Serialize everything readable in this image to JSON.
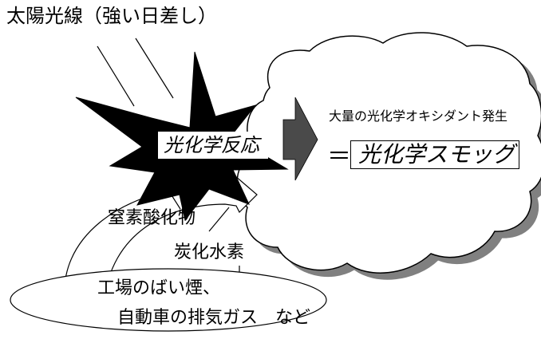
{
  "title": "太陽光線（強い日差し）",
  "reaction_label": "光化学反応",
  "result": {
    "description": "大量の光化学オキシダント発生",
    "equals": "＝",
    "smog": "光化学スモッグ"
  },
  "pollutants": {
    "nitrogen_oxides": "窒素酸化物",
    "hydrocarbons": "炭化水素"
  },
  "sources": {
    "line1": "工場のばい煙、",
    "line2": "自動車の排気ガス　など"
  },
  "colors": {
    "background": "#ffffff",
    "stroke": "#000000",
    "burst_fill": "#000000",
    "shadow": "#808080",
    "arrow_fill": "#4a4a4a"
  }
}
